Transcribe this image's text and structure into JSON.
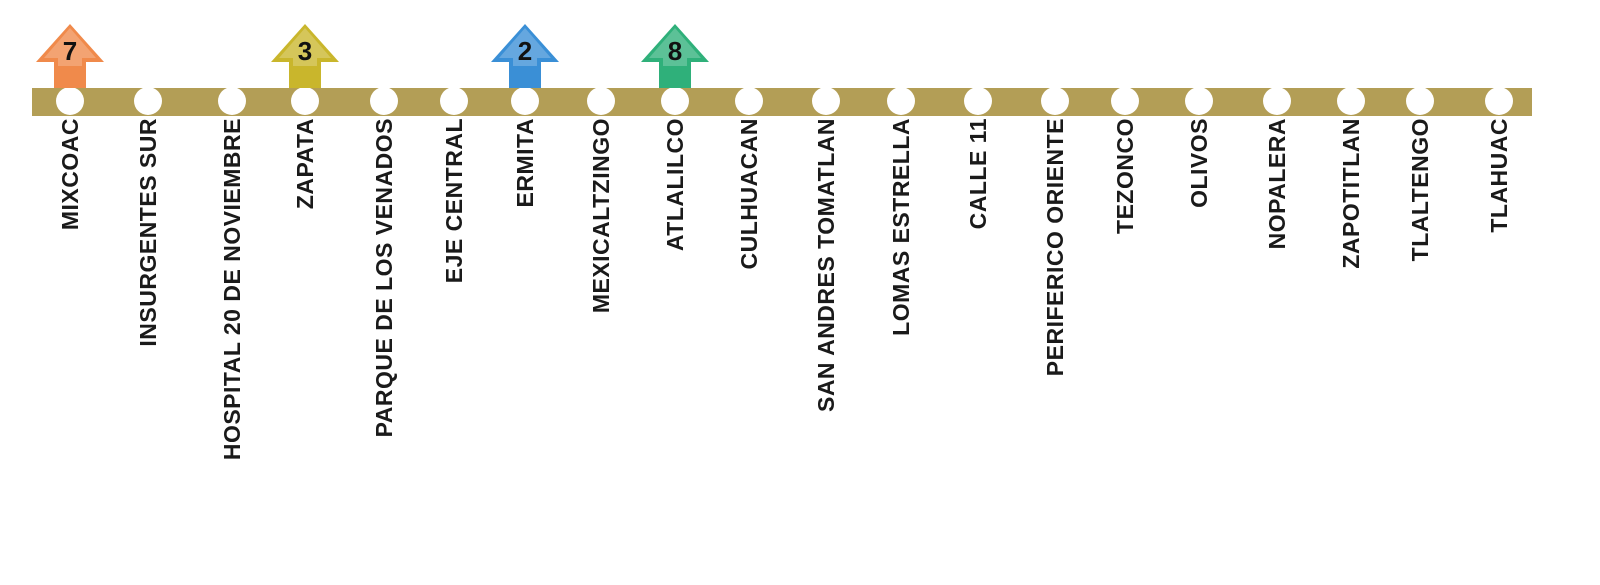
{
  "line": {
    "color": "#b39e56",
    "stations": [
      {
        "name": "MIXCOAC"
      },
      {
        "name": "INSURGENTES SUR"
      },
      {
        "name": "HOSPITAL 20 DE NOVIEMBRE"
      },
      {
        "name": "ZAPATA"
      },
      {
        "name": "PARQUE DE LOS VENADOS"
      },
      {
        "name": "EJE CENTRAL"
      },
      {
        "name": "ERMITA"
      },
      {
        "name": "MEXICALTZINGO"
      },
      {
        "name": "ATLALILCO"
      },
      {
        "name": "CULHUACAN"
      },
      {
        "name": "SAN ANDRES TOMATLAN"
      },
      {
        "name": "LOMAS  ESTRELLA"
      },
      {
        "name": "CALLE 11"
      },
      {
        "name": "PERIFERICO ORIENTE"
      },
      {
        "name": "TEZONCO"
      },
      {
        "name": "OLIVOS"
      },
      {
        "name": "NOPALERA"
      },
      {
        "name": "ZAPOTITLAN"
      },
      {
        "name": "TLALTENGO"
      },
      {
        "name": "TLAHUAC"
      }
    ]
  },
  "transfers": [
    {
      "station": "MIXCOAC",
      "line": "7",
      "color": "#f08a4b",
      "icon": "arrow-up-icon"
    },
    {
      "station": "ZAPATA",
      "line": "3",
      "color": "#c9b62c",
      "icon": "arrow-up-icon"
    },
    {
      "station": "ERMITA",
      "line": "2",
      "color": "#3a8fd6",
      "icon": "arrow-up-icon"
    },
    {
      "station": "ATLALILCO",
      "line": "8",
      "color": "#2fb07a",
      "icon": "arrow-up-icon"
    }
  ]
}
